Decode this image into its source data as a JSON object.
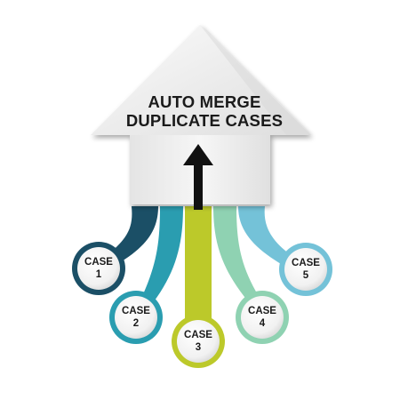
{
  "title": {
    "line1": "AUTO MERGE",
    "line2": "DUPLICATE CASES"
  },
  "cases": [
    {
      "label": "CASE",
      "number": "1",
      "color": "#1b4f66"
    },
    {
      "label": "CASE",
      "number": "2",
      "color": "#2a9db0"
    },
    {
      "label": "CASE",
      "number": "3",
      "color": "#bcc92a"
    },
    {
      "label": "CASE",
      "number": "4",
      "color": "#8fd2b2"
    },
    {
      "label": "CASE",
      "number": "5",
      "color": "#74c2d8"
    }
  ],
  "colors": {
    "house_light": "#f2f2f2",
    "house_shadow": "#d4d4d4",
    "arrow": "#111111"
  }
}
